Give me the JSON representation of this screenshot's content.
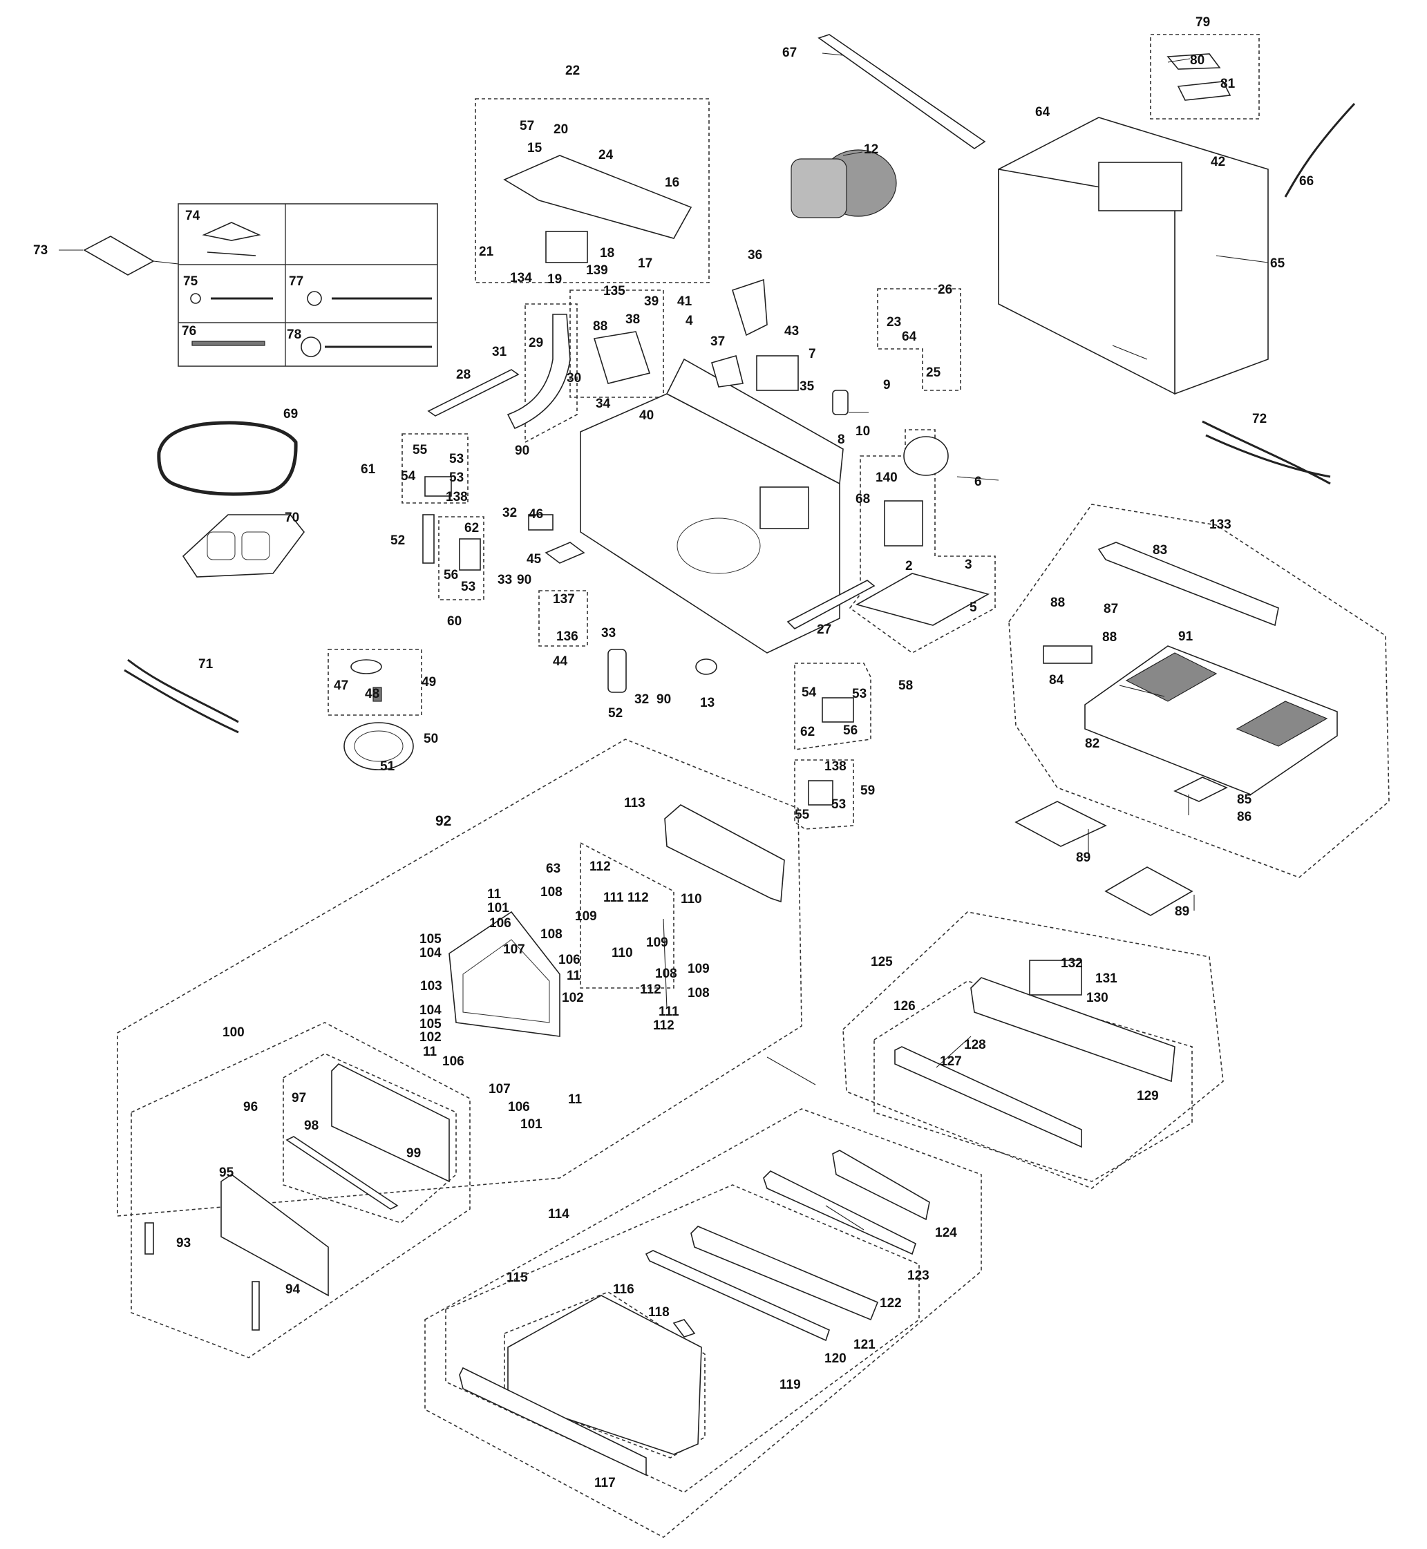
{
  "diagram": {
    "labels": [
      "22",
      "57",
      "20",
      "15",
      "24",
      "16",
      "21",
      "18",
      "17",
      "134",
      "19",
      "139",
      "135",
      "39",
      "41",
      "88",
      "38",
      "4",
      "36",
      "37",
      "43",
      "7",
      "9",
      "8",
      "10",
      "35",
      "67",
      "12",
      "79",
      "80",
      "81",
      "64",
      "42",
      "66",
      "65",
      "26",
      "23",
      "64",
      "25",
      "6",
      "140",
      "68",
      "2",
      "3",
      "5",
      "27",
      "73",
      "74",
      "75",
      "77",
      "76",
      "78",
      "69",
      "70",
      "71",
      "72",
      "31",
      "29",
      "28",
      "30",
      "34",
      "40",
      "90",
      "32",
      "46",
      "45",
      "61",
      "55",
      "53",
      "54",
      "53",
      "138",
      "52",
      "62",
      "56",
      "53",
      "60",
      "33",
      "90",
      "137",
      "136",
      "44",
      "33",
      "52",
      "32",
      "90",
      "13",
      "47",
      "48",
      "49",
      "50",
      "51",
      "58",
      "54",
      "53",
      "62",
      "56",
      "59",
      "138",
      "55",
      "53",
      "133",
      "83",
      "88",
      "87",
      "88",
      "91",
      "84",
      "82",
      "85",
      "86",
      "89",
      "89",
      "92",
      "113",
      "63",
      "112",
      "108",
      "111",
      "112",
      "110",
      "11",
      "101",
      "106",
      "109",
      "105",
      "104",
      "107",
      "108",
      "110",
      "109",
      "103",
      "106",
      "11",
      "102",
      "108",
      "112",
      "111",
      "109",
      "108",
      "112",
      "104",
      "105",
      "102",
      "11",
      "106",
      "107",
      "106",
      "101",
      "11",
      "100",
      "96",
      "97",
      "98",
      "99",
      "95",
      "93",
      "94",
      "125",
      "126",
      "132",
      "131",
      "130",
      "128",
      "127",
      "129",
      "114",
      "115",
      "116",
      "124",
      "123",
      "122",
      "118",
      "121",
      "120",
      "119",
      "117"
    ]
  }
}
